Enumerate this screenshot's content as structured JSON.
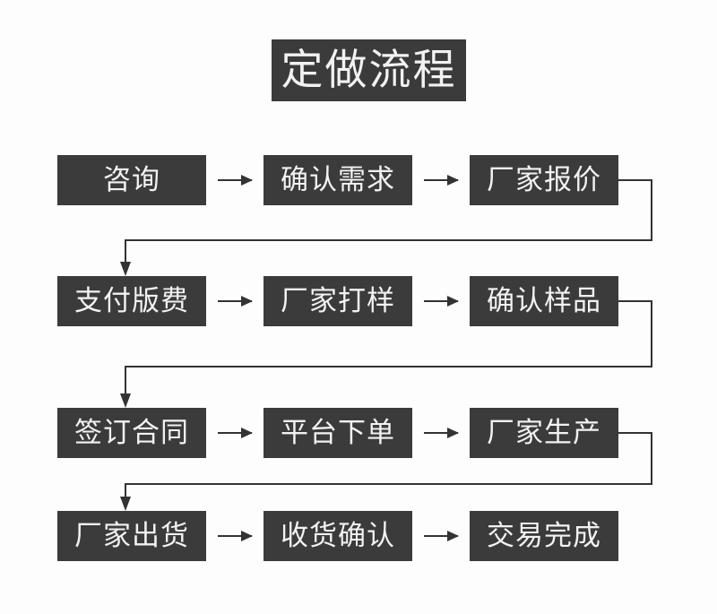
{
  "diagram": {
    "title": "定做流程",
    "type": "flowchart",
    "orientation": "serpentine-left-to-right",
    "colors": {
      "node_background": "#3b3b3b",
      "node_text": "#f2f2f2",
      "connector": "#333333",
      "page_background": "#fdfdfd"
    },
    "arrow_glyph": "→",
    "rows": [
      {
        "index": 1,
        "nodes": [
          {
            "id": "n1",
            "label": "咨询"
          },
          {
            "id": "n2",
            "label": "确认需求"
          },
          {
            "id": "n3",
            "label": "厂家报价"
          }
        ],
        "inline_arrows": [
          "→",
          "→"
        ],
        "wrap_connector": {
          "from": "n3",
          "to": "n4",
          "shape": "elbow-down-left"
        }
      },
      {
        "index": 2,
        "nodes": [
          {
            "id": "n4",
            "label": "支付版费"
          },
          {
            "id": "n5",
            "label": "厂家打样"
          },
          {
            "id": "n6",
            "label": "确认样品"
          }
        ],
        "inline_arrows": [
          "→",
          "→"
        ],
        "wrap_connector": {
          "from": "n6",
          "to": "n7",
          "shape": "elbow-down-left"
        }
      },
      {
        "index": 3,
        "nodes": [
          {
            "id": "n7",
            "label": "签订合同"
          },
          {
            "id": "n8",
            "label": "平台下单"
          },
          {
            "id": "n9",
            "label": "厂家生产"
          }
        ],
        "inline_arrows": [
          "→",
          "→"
        ],
        "wrap_connector": {
          "from": "n9",
          "to": "n10",
          "shape": "elbow-down-left"
        }
      },
      {
        "index": 4,
        "nodes": [
          {
            "id": "n10",
            "label": "厂家出货"
          },
          {
            "id": "n11",
            "label": "收货确认"
          },
          {
            "id": "n12",
            "label": "交易完成"
          }
        ],
        "inline_arrows": [
          "→",
          "→"
        ],
        "wrap_connector": null
      }
    ],
    "sequence": [
      "咨询",
      "确认需求",
      "厂家报价",
      "支付版费",
      "厂家打样",
      "确认样品",
      "签订合同",
      "平台下单",
      "厂家生产",
      "厂家出货",
      "收货确认",
      "交易完成"
    ]
  }
}
